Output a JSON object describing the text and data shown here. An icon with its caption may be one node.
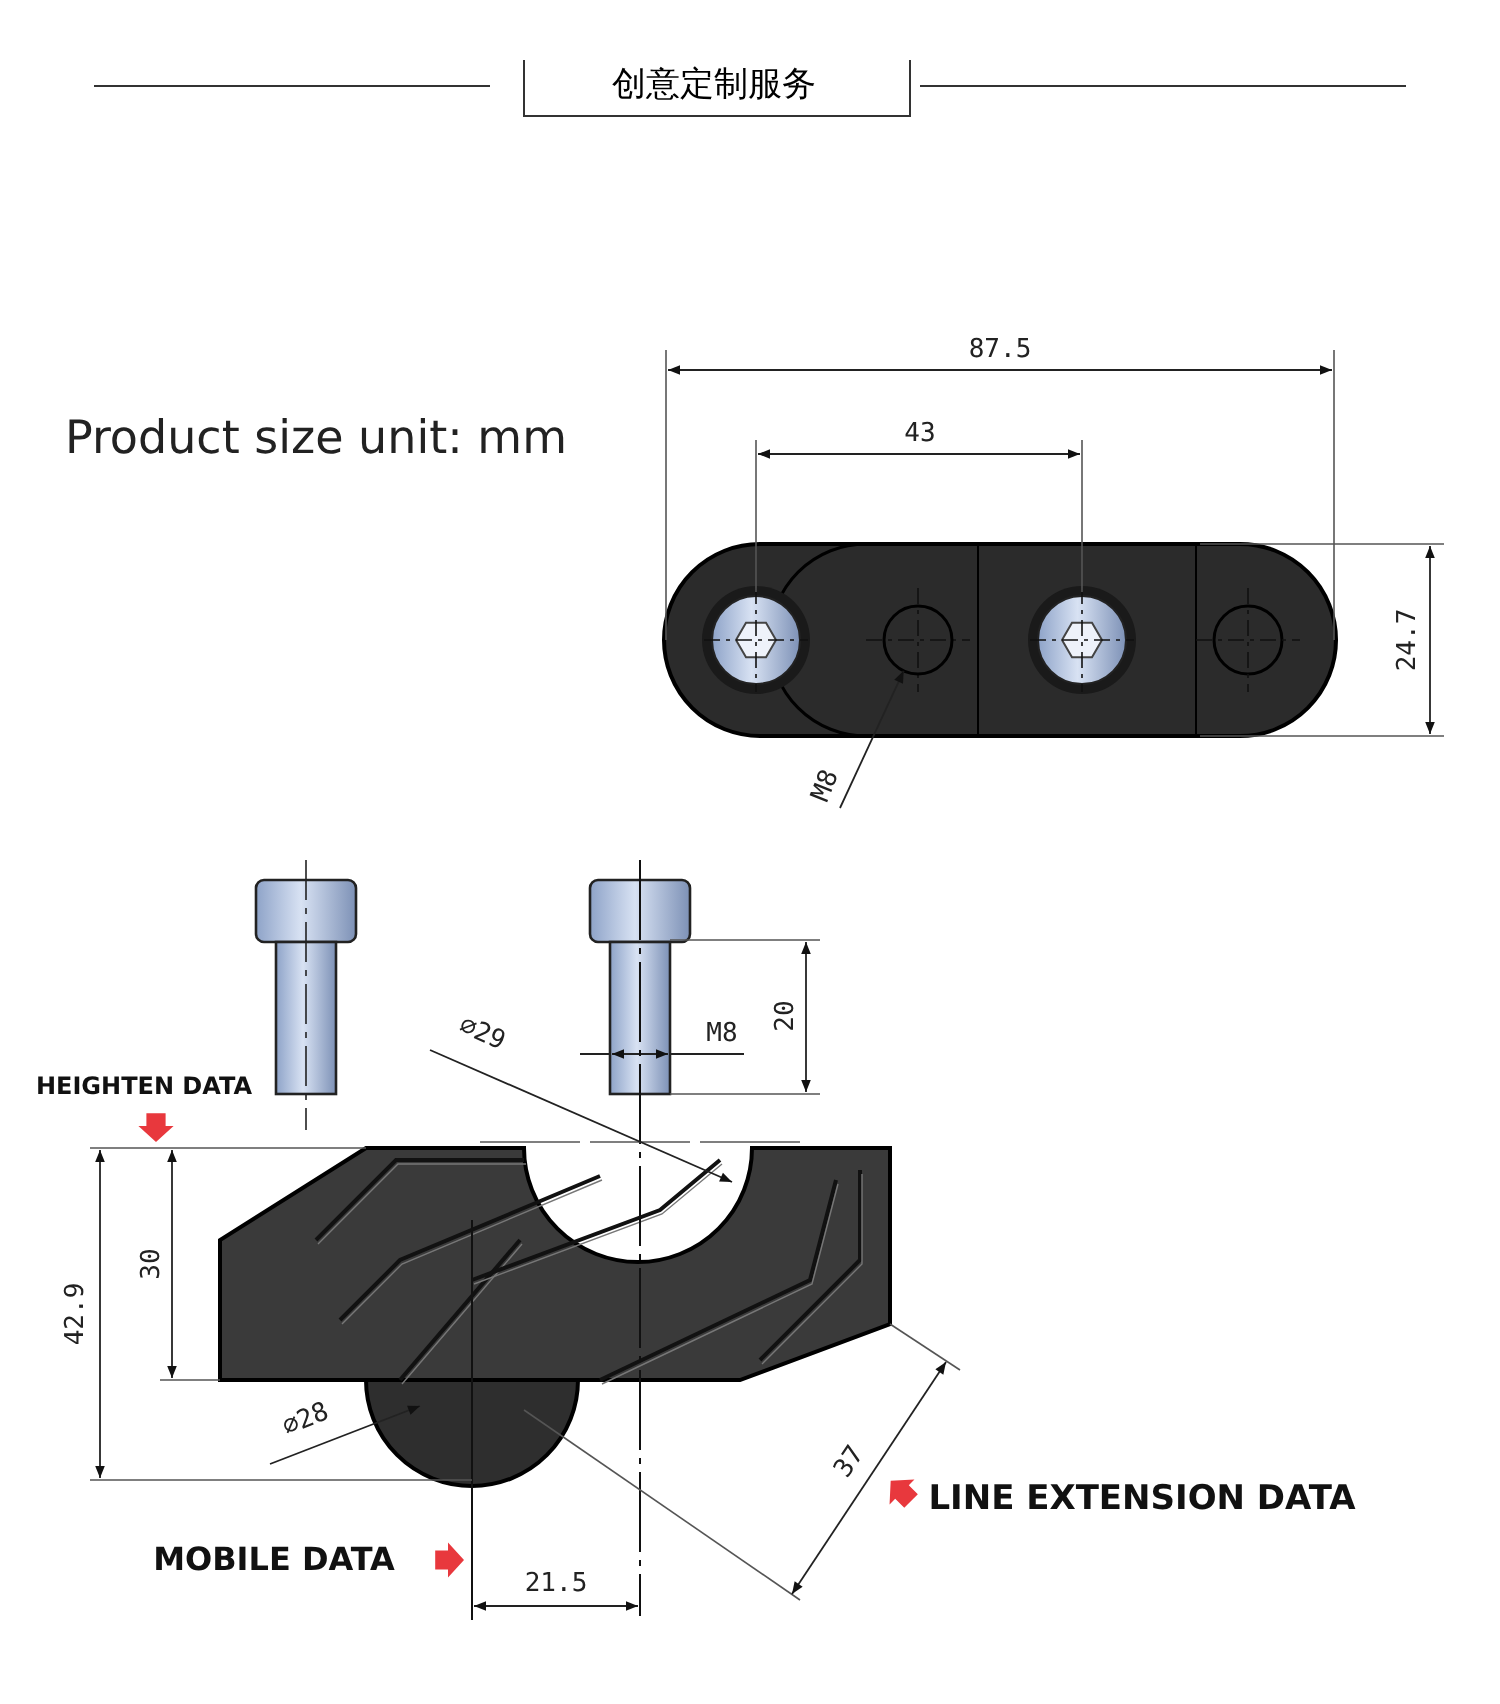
{
  "diagram": {
    "nodes": [
      {
        "text": [
          "M8"
        ]
      },
      {
        "text": [],
        "shape": "circle"
      }
    ],
    "edges": [
      {
        "from": 0,
        "to": 1,
        "arrow": "to"
      }
    ],
    "labels": [
      "创意定制服务",
      "Product size unit: mm",
      "87.5",
      "43",
      "24.7",
      "20",
      "M8",
      "⌀29",
      "HEIGHTEN DATA",
      "30",
      "42.9",
      "⌀28",
      "37",
      "LINE EXTENSION DATA",
      "MOBILE DATA",
      "21.5"
    ]
  }
}
